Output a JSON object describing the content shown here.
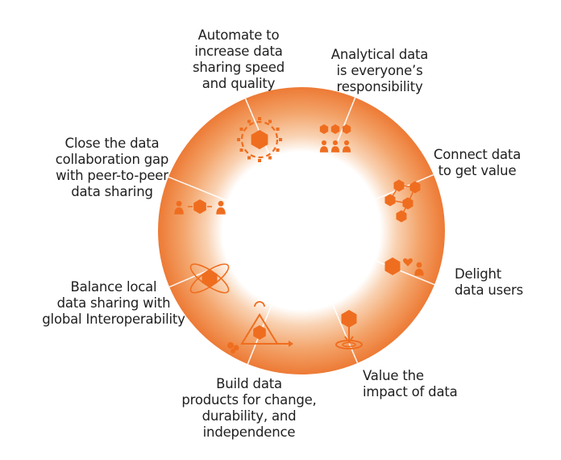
{
  "colors": {
    "accent": "#ef6d1f",
    "accent_dark": "#d2561a",
    "ring_light": "#f7c7a2",
    "ring_mid": "#f2a26a",
    "text": "#1f1f1f"
  },
  "segments": [
    {
      "label": "Automate to\nincrease data\nsharing speed\nand quality",
      "icon": "automation-gear-icon"
    },
    {
      "label": "Analytical data\nis everyone’s\nresponsibility",
      "icon": "people-hexagons-icon"
    },
    {
      "label": "Connect data\nto get value",
      "icon": "connected-hexagons-icon"
    },
    {
      "label": "Delight\ndata users",
      "icon": "hexagon-heart-user-icon"
    },
    {
      "label": "Value the\nimpact of data",
      "icon": "hexagon-target-icon"
    },
    {
      "label": "Build data\nproducts for change,\ndurability, and\nindependence",
      "icon": "triangle-cycle-icon"
    },
    {
      "label": "Balance local\ndata sharing with\nglobal Interoperability",
      "icon": "hexagon-orbit-icon"
    },
    {
      "label": "Close the data\ncollaboration gap\nwith peer-to-peer\ndata sharing",
      "icon": "peer-to-peer-icon"
    }
  ]
}
